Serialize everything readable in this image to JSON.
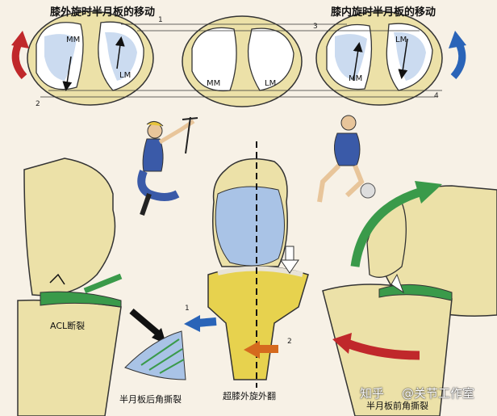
{
  "titles": {
    "lateral_rotation": "膝外旋时半月板的移动",
    "medial_rotation": "膝内旋时半月板的移动"
  },
  "labels": {
    "mm": "MM",
    "lm": "LM",
    "acl": "ACL断裂",
    "posterior_horn_tear": "半月板后角撕裂",
    "anterior_horn_tear": "半月板前角撕裂",
    "hyper_rotation": "超膝外旋外翻"
  },
  "markers": {
    "m1": "1",
    "m2": "2",
    "m3": "3",
    "m4": "4"
  },
  "watermark": {
    "prefix": "知乎",
    "account": "@关节工作室"
  },
  "colors": {
    "rotation_red": "#c0282b",
    "rotation_blue": "#2a64b8",
    "arrow_green": "#3a9a4a",
    "arrow_orange": "#d56a1e",
    "bone_yellow": "#ece1a8",
    "meniscus_blue": "#a9c3e6"
  }
}
